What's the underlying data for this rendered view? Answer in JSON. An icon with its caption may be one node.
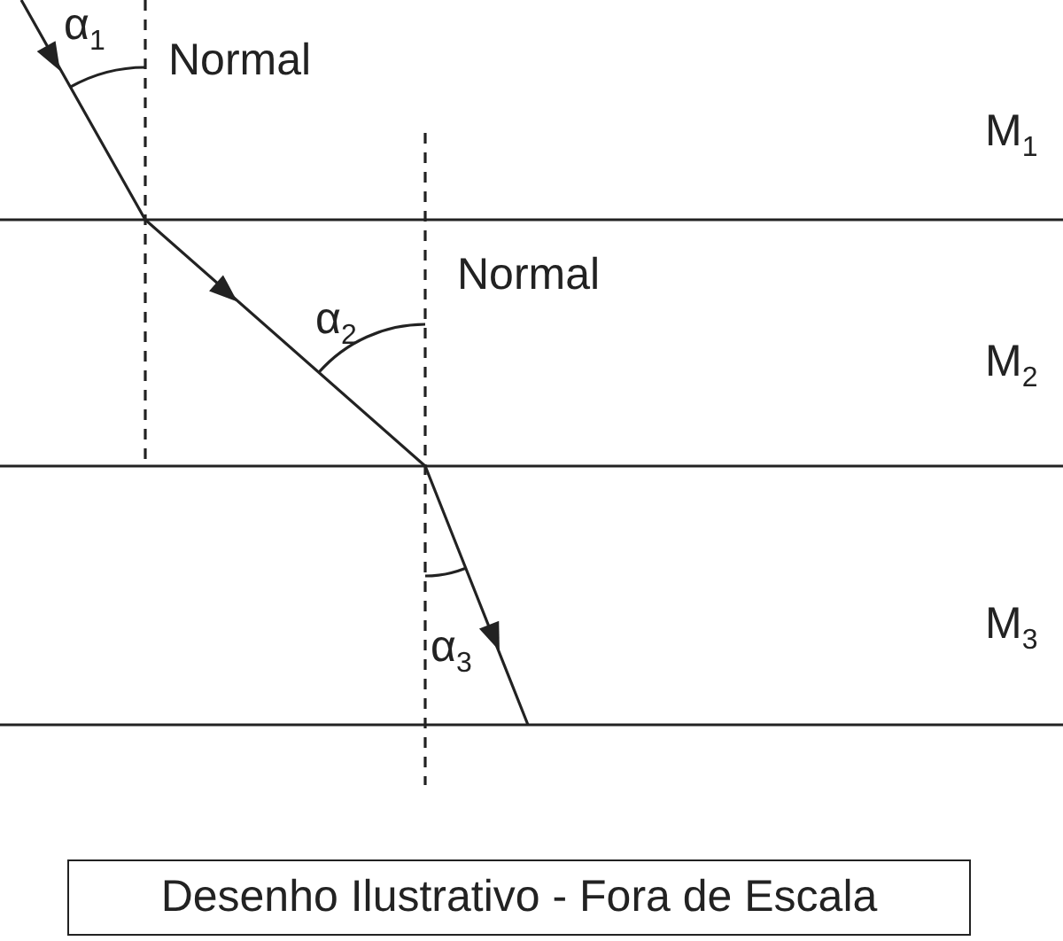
{
  "diagram": {
    "nodes": [
      {
        "text": [
          "Desenho Ilustrativo - Fora de Escala"
        ]
      }
    ],
    "labels": [
      "α$_{1}$",
      "Normal",
      "M$_{1}$",
      "Normal",
      "α$_{2}$",
      "M$_{2}$",
      "α$_{3}$",
      "M$_{3}$"
    ]
  }
}
